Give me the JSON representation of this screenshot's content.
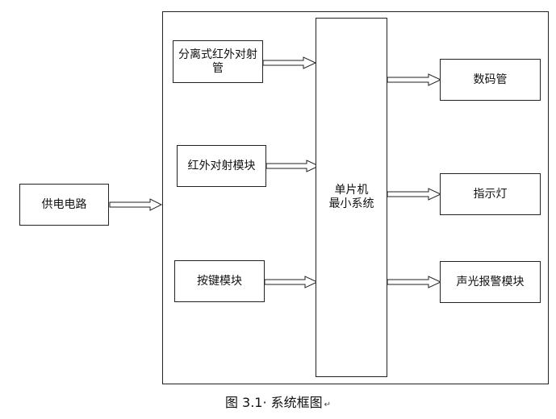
{
  "diagram": {
    "power_circuit": "供电电路",
    "ir_pair_separated": [
      "分离式红外对射",
      "管"
    ],
    "ir_module": "红外对射模块",
    "key_module": "按键模块",
    "mcu": [
      "单片机",
      "最小系统"
    ],
    "digital_tube": "数码管",
    "indicator_light": "指示灯",
    "alarm_module": "声光报警模块"
  },
  "caption": {
    "text": "图 3.1· 系统框图",
    "mark": "↵"
  },
  "colors": {
    "line": "#222222",
    "background": "#ffffff"
  }
}
